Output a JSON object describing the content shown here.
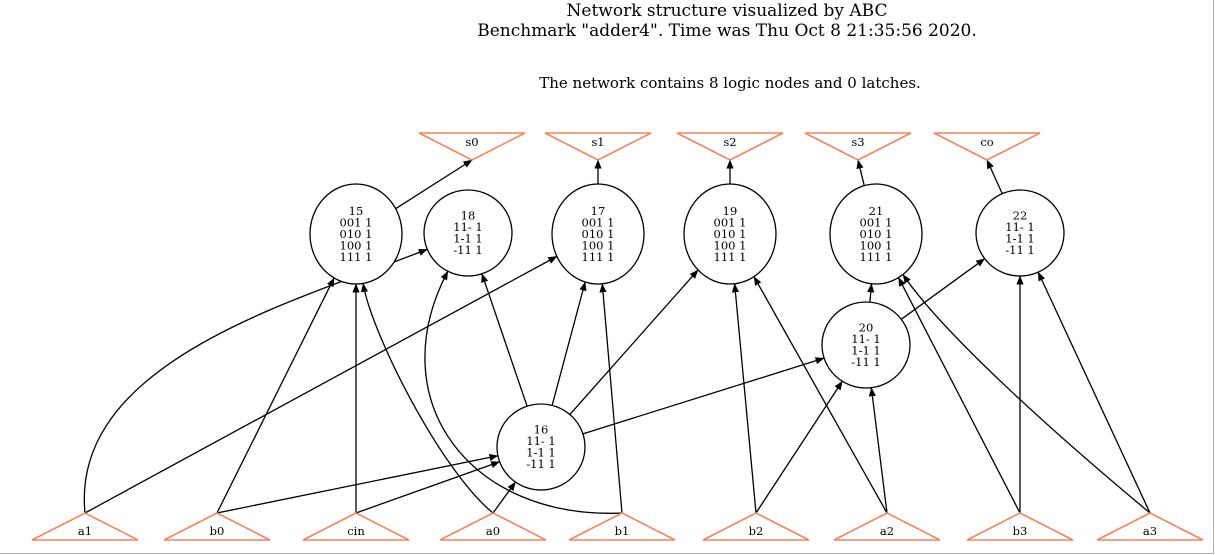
{
  "header": {
    "title": "Network structure visualized by ABC",
    "benchmark": "Benchmark \"adder4\". Time was Thu Oct  8 21:35:56 2020.",
    "summary": "The network contains 8 logic nodes and 0 latches."
  },
  "colors": {
    "port_stroke": "#f4845f",
    "edge": "#000000",
    "node_stroke": "#000000",
    "background": "#ffffff"
  },
  "outputs": [
    {
      "id": "s0",
      "label": "s0"
    },
    {
      "id": "s1",
      "label": "s1"
    },
    {
      "id": "s2",
      "label": "s2"
    },
    {
      "id": "s3",
      "label": "s3"
    },
    {
      "id": "co",
      "label": "co"
    }
  ],
  "inputs": [
    {
      "id": "a1",
      "label": "a1"
    },
    {
      "id": "b0",
      "label": "b0"
    },
    {
      "id": "cin",
      "label": "cin"
    },
    {
      "id": "a0",
      "label": "a0"
    },
    {
      "id": "b1",
      "label": "b1"
    },
    {
      "id": "b2",
      "label": "b2"
    },
    {
      "id": "a2",
      "label": "a2"
    },
    {
      "id": "b3",
      "label": "b3"
    },
    {
      "id": "a3",
      "label": "a3"
    }
  ],
  "nodes": [
    {
      "id": "15",
      "lines": [
        "15",
        "001 1",
        "010 1",
        "100 1",
        "111 1"
      ]
    },
    {
      "id": "18",
      "lines": [
        "18",
        "11- 1",
        "1-1 1",
        "-11 1"
      ]
    },
    {
      "id": "17",
      "lines": [
        "17",
        "001 1",
        "010 1",
        "100 1",
        "111 1"
      ]
    },
    {
      "id": "19",
      "lines": [
        "19",
        "001 1",
        "010 1",
        "100 1",
        "111 1"
      ]
    },
    {
      "id": "21",
      "lines": [
        "21",
        "001 1",
        "010 1",
        "100 1",
        "111 1"
      ]
    },
    {
      "id": "22",
      "lines": [
        "22",
        "11- 1",
        "1-1 1",
        "-11 1"
      ]
    },
    {
      "id": "20",
      "lines": [
        "20",
        "11- 1",
        "1-1 1",
        "-11 1"
      ]
    },
    {
      "id": "16",
      "lines": [
        "16",
        "11- 1",
        "1-1 1",
        "-11 1"
      ]
    }
  ],
  "edges": [
    {
      "from": "15",
      "to": "s0"
    },
    {
      "from": "17",
      "to": "s1"
    },
    {
      "from": "19",
      "to": "s2"
    },
    {
      "from": "21",
      "to": "s3"
    },
    {
      "from": "22",
      "to": "co"
    },
    {
      "from": "a1",
      "to": "18"
    },
    {
      "from": "a1",
      "to": "17"
    },
    {
      "from": "b0",
      "to": "15"
    },
    {
      "from": "b0",
      "to": "16"
    },
    {
      "from": "cin",
      "to": "15"
    },
    {
      "from": "cin",
      "to": "16"
    },
    {
      "from": "a0",
      "to": "15"
    },
    {
      "from": "a0",
      "to": "16"
    },
    {
      "from": "b1",
      "to": "18"
    },
    {
      "from": "b1",
      "to": "17"
    },
    {
      "from": "16",
      "to": "18"
    },
    {
      "from": "16",
      "to": "17"
    },
    {
      "from": "16",
      "to": "19"
    },
    {
      "from": "16",
      "to": "20"
    },
    {
      "from": "b2",
      "to": "19"
    },
    {
      "from": "b2",
      "to": "20"
    },
    {
      "from": "a2",
      "to": "19"
    },
    {
      "from": "a2",
      "to": "20"
    },
    {
      "from": "20",
      "to": "21"
    },
    {
      "from": "20",
      "to": "22"
    },
    {
      "from": "b3",
      "to": "21"
    },
    {
      "from": "b3",
      "to": "22"
    },
    {
      "from": "a3",
      "to": "21"
    },
    {
      "from": "a3",
      "to": "22"
    }
  ]
}
